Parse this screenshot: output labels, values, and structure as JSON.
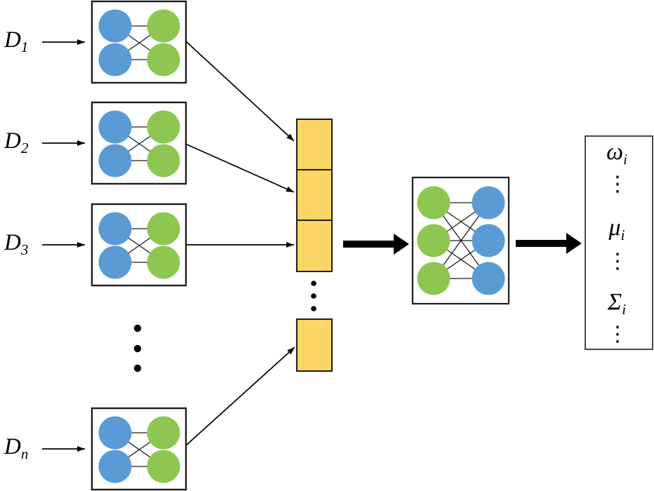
{
  "colors": {
    "neuron_blue": "#5B9BD5",
    "neuron_green": "#8DC752",
    "feature_yellow": "#FBD666",
    "stroke_dark": "#1c1c1c",
    "arrow_black": "#000000",
    "background": "#ffffff"
  },
  "datasets": [
    {
      "label": "D",
      "sub": "1"
    },
    {
      "label": "D",
      "sub": "2"
    },
    {
      "label": "D",
      "sub": "3"
    },
    {
      "label": "D",
      "sub": "n"
    }
  ],
  "outputs": [
    {
      "symbol": "ω",
      "sub": "i",
      "ellipsis": "⋮"
    },
    {
      "symbol": "μ",
      "sub": "i",
      "ellipsis": "⋮"
    },
    {
      "symbol": "Σ",
      "sub": "i",
      "ellipsis": "⋮"
    }
  ]
}
